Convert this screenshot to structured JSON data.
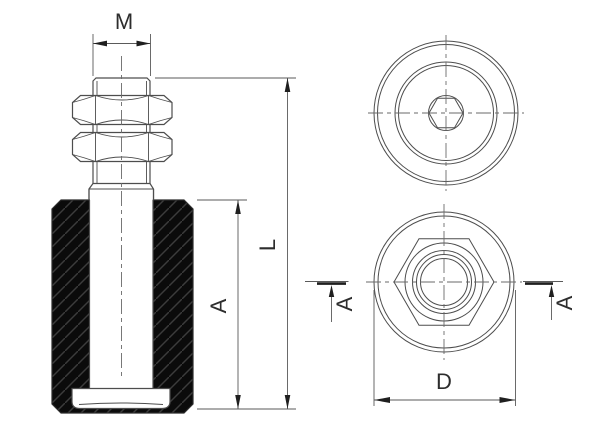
{
  "drawing": {
    "type": "technical-drawing",
    "labels": {
      "thread_diameter": "M",
      "overall_length": "L",
      "body_height": "A",
      "outer_diameter": "D",
      "section_marker_left": "A",
      "section_marker_right": "A"
    },
    "colors": {
      "background": "#ffffff",
      "line": "#4d4d4d",
      "dimension_line": "#5a5a5a",
      "arrow": "#1f1f1f",
      "text": "#2d2d2d",
      "body_fill": "#0b0b0b",
      "hatch_line": "#3c3c3c"
    }
  }
}
